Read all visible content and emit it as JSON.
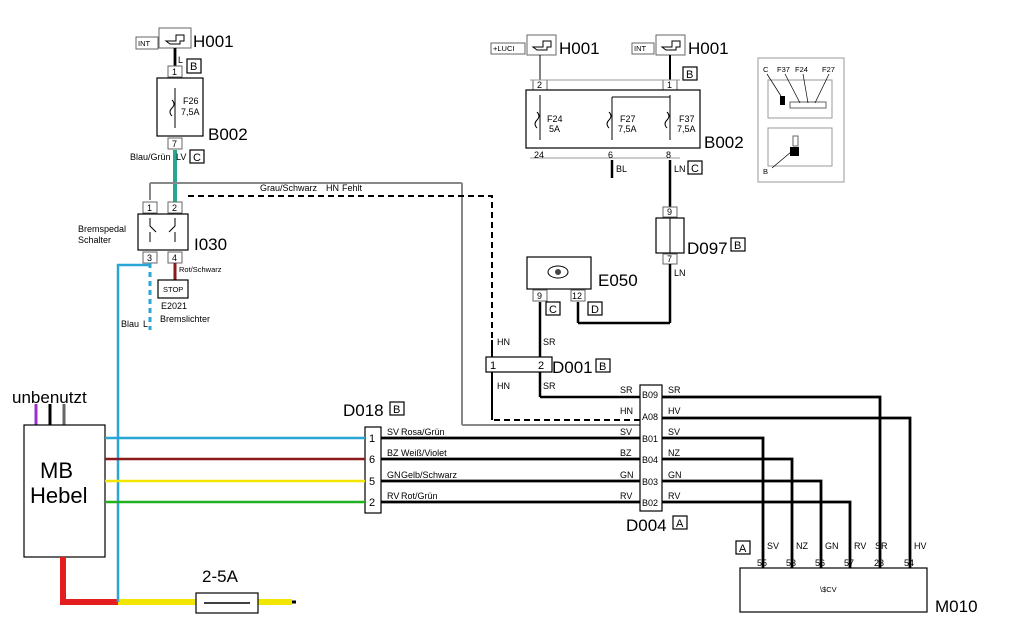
{
  "components": {
    "h001_left": {
      "name": "H001",
      "tag": "INT",
      "pin": "1",
      "wire": "L",
      "conn": "B"
    },
    "h001_mid": {
      "name": "H001",
      "tag": "+LUCI",
      "pin": "2"
    },
    "h001_right": {
      "name": "H001",
      "tag": "INT",
      "pin": "1",
      "conn": "B"
    },
    "b002_left": {
      "name": "B002",
      "fuse": "F26",
      "rating": "7,5A",
      "pin_in": "1",
      "pin_out": "7",
      "wire_label": "Blau/Grün",
      "wire_code": "LV",
      "conn": "C"
    },
    "b002_right": {
      "name": "B002",
      "fuses": [
        {
          "id": "F24",
          "rating": "5A",
          "pin_top": "2",
          "pin_bottom": "24"
        },
        {
          "id": "F27",
          "rating": "7,5A",
          "pin_bottom": "6"
        },
        {
          "id": "F37",
          "rating": "7,5A",
          "pin_top": "1",
          "pin_bottom": "8"
        }
      ],
      "bl_label": "BL",
      "ln_label": "LN",
      "conn": "C"
    },
    "i030": {
      "name": "I030",
      "desc_line1": "Bremspedal",
      "desc_line2": "Schalter",
      "pins": [
        "1",
        "2",
        "3",
        "4"
      ],
      "wire4_label": "Rot/Schwarz"
    },
    "e2021": {
      "name": "E2021",
      "desc": "Bremslichter",
      "symbol_text": "STOP"
    },
    "blau_l": {
      "label": "Blau",
      "code": "L"
    },
    "grau_schwarz": {
      "label": "Grau/Schwarz",
      "code": "HN",
      "extra": "Fehlt"
    },
    "d097": {
      "name": "D097",
      "conn": "B",
      "pin_top": "9",
      "pin_bottom": "7",
      "wire": "LN"
    },
    "e050": {
      "name": "E050",
      "pin_a": "9",
      "pin_b": "12",
      "conn_a": "C",
      "conn_b": "D"
    },
    "d001": {
      "name": "D001",
      "conn": "B",
      "pin_a": "1",
      "pin_b": "2",
      "top_a": "HN",
      "top_b": "SR",
      "bot_a": "HN",
      "bot_b": "SR"
    },
    "d018": {
      "name": "D018",
      "conn": "B"
    },
    "d004": {
      "name": "D004",
      "conn": "A"
    },
    "mb_hebel": {
      "line1": "MB",
      "line2": "Hebel",
      "unused": "unbenutzt"
    },
    "fuse_25": {
      "label": "2-5A"
    },
    "m010": {
      "name": "M010",
      "conn": "A",
      "logo": "\\$CV"
    },
    "fuse_box_inset": {
      "labels": [
        "C",
        "F37",
        "F24",
        "F27"
      ],
      "bottom_label": "B"
    }
  },
  "wires": [
    {
      "d018_pin": "1",
      "code": "SV",
      "label": "Rosa/Grün",
      "d004_pin": "B01",
      "color": "#29a5d6",
      "m010_pin": "55"
    },
    {
      "d018_pin": "6",
      "code": "BZ",
      "label": "Weiß/Violet",
      "d004_pin": "B04",
      "m010_code": "NZ",
      "color": "#8b1a1a",
      "m010_pin": "53"
    },
    {
      "d018_pin": "5",
      "code": "GN",
      "label": "Gelb/Schwarz",
      "d004_pin": "B03",
      "color": "#f2e600",
      "m010_pin": "56"
    },
    {
      "d018_pin": "2",
      "code": "RV",
      "label": "Rot/Grün",
      "d004_pin": "B02",
      "color": "#22b022",
      "m010_pin": "57"
    }
  ],
  "d004_upper": [
    {
      "pin": "B09",
      "code": "SR",
      "m010_pin": "23"
    },
    {
      "pin": "A08",
      "code_in": "HN",
      "code": "HV",
      "m010_pin": "54"
    }
  ]
}
